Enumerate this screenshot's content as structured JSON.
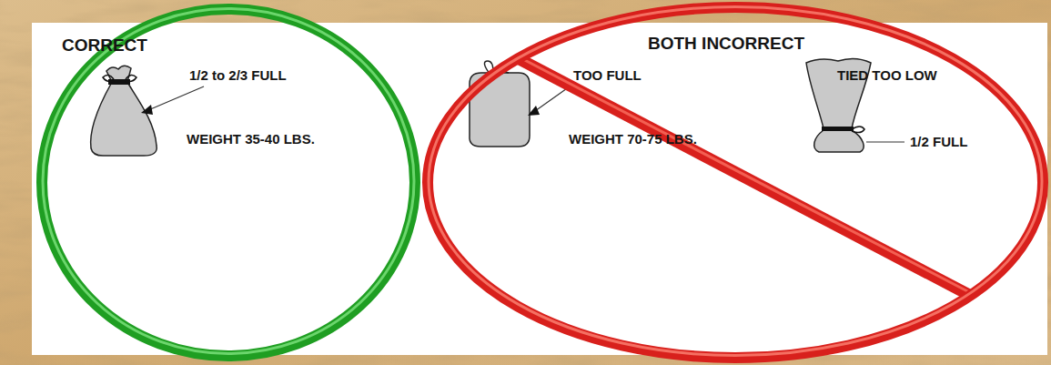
{
  "diagram": {
    "nodes": [
      {
        "text": [
          "CORRECT",
          "1/2 to 2/3 FULL",
          "WEIGHT 35-40 LBS."
        ]
      },
      {
        "text": [
          "BOTH INCORRECT",
          "TOO FULL",
          "WEIGHT 70-75 LBS.",
          "TIED TOO LOW",
          "1/2 FULL"
        ]
      }
    ]
  }
}
